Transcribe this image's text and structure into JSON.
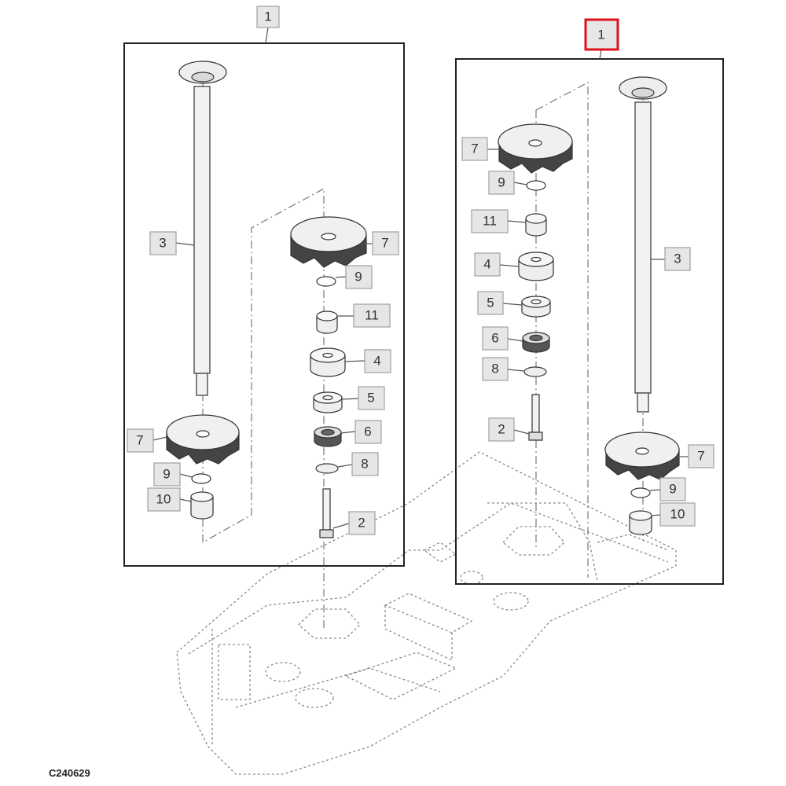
{
  "callouts": {
    "left_header": "1",
    "left_shaft": "3",
    "left_upper_sprocket": "7",
    "left_upper_ring": "9",
    "left_upper_bushing": "11",
    "left_spacer": "4",
    "left_washer_large": "5",
    "left_bearing": "6",
    "left_washer_small": "8",
    "left_bolt": "2",
    "left_lower_sprocket": "7",
    "left_lower_ring": "9",
    "left_lower_bushing": "10",
    "right_header": "1",
    "right_upper_sprocket": "7",
    "right_upper_ring": "9",
    "right_upper_bushing": "11",
    "right_spacer": "4",
    "right_washer_large": "5",
    "right_bearing": "6",
    "right_washer_small": "8",
    "right_bolt": "2",
    "right_shaft": "3",
    "right_lower_sprocket": "7",
    "right_lower_ring": "9",
    "right_lower_bushing": "10"
  },
  "figure_id": "C240629",
  "colors": {
    "highlight": "#e0111b",
    "callout_fill": "#e6e6e6",
    "part_fill": "#eeeeee"
  }
}
